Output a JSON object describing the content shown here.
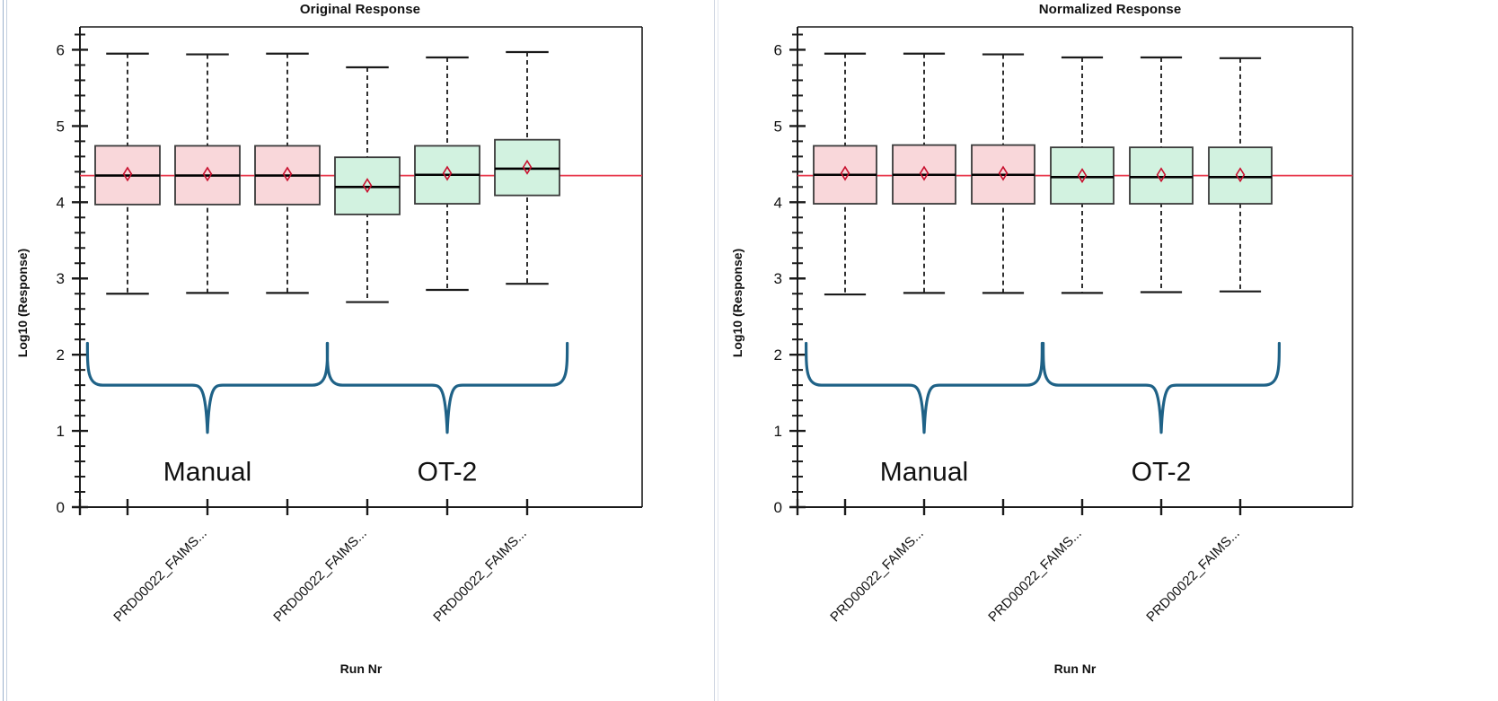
{
  "document": {
    "left_margin_rule_color": "#9db2ce",
    "divider_color": "#cfd6e2",
    "background": "#ffffff"
  },
  "panels": [
    {
      "id": "original",
      "title": "Original Response",
      "ylabel": "Log10 (Response)",
      "xlabel": "Run Nr",
      "group_labels": [
        "Manual",
        "OT-2"
      ]
    },
    {
      "id": "normalized",
      "title": "Normalized Response",
      "ylabel": "Log10 (Response)",
      "xlabel": "Run Nr",
      "group_labels": [
        "Manual",
        "OT-2"
      ]
    }
  ],
  "axis_category_label": "PRD00022_FAIMS...",
  "colors": {
    "manual_fill": "#f9d7da",
    "ot2_fill": "#d2f2e0",
    "box_stroke": "#3a3a3a",
    "median_line": "#000000",
    "grand_mean_line": "#e8374a",
    "mean_diamond": "#c8102e",
    "whisker": "#1a1a1a",
    "brace": "#1f6287",
    "axis": "#1a1a1a",
    "tick_text": "#111111"
  },
  "chart_data": [
    {
      "type": "box",
      "title": "Original Response",
      "xlabel": "Run Nr",
      "ylabel": "Log10 (Response)",
      "ylim": [
        0,
        6.3
      ],
      "yticks": [
        0,
        1,
        2,
        3,
        4,
        5,
        6
      ],
      "ytick_labels": [
        "0",
        "1",
        "2",
        "3",
        "4",
        "5",
        "6"
      ],
      "minor_ticks_per_interval": 5,
      "grid": false,
      "grand_mean": 4.35,
      "groups": [
        {
          "name": "Manual",
          "boxes": [
            0,
            1,
            2
          ]
        },
        {
          "name": "OT-2",
          "boxes": [
            3,
            4,
            5
          ]
        }
      ],
      "categories": [
        "PRD00022_FAIMS...",
        "PRD00022_FAIMS...",
        "PRD00022_FAIMS...",
        "PRD00022_FAIMS...",
        "PRD00022_FAIMS...",
        "PRD00022_FAIMS..."
      ],
      "visible_tick_labels": [
        1,
        3,
        5
      ],
      "boxes": [
        {
          "index": 0,
          "group": "Manual",
          "fill": "#f9d7da",
          "whisker_low": 2.8,
          "q1": 3.97,
          "median": 4.35,
          "q3": 4.74,
          "whisker_high": 5.95,
          "mean": 4.37
        },
        {
          "index": 1,
          "group": "Manual",
          "fill": "#f9d7da",
          "whisker_low": 2.81,
          "q1": 3.97,
          "median": 4.35,
          "q3": 4.74,
          "whisker_high": 5.94,
          "mean": 4.37
        },
        {
          "index": 2,
          "group": "Manual",
          "fill": "#f9d7da",
          "whisker_low": 2.81,
          "q1": 3.97,
          "median": 4.35,
          "q3": 4.74,
          "whisker_high": 5.95,
          "mean": 4.37
        },
        {
          "index": 3,
          "group": "OT-2",
          "fill": "#d2f2e0",
          "whisker_low": 2.69,
          "q1": 3.84,
          "median": 4.2,
          "q3": 4.59,
          "whisker_high": 5.77,
          "mean": 4.22
        },
        {
          "index": 4,
          "group": "OT-2",
          "fill": "#d2f2e0",
          "whisker_low": 2.85,
          "q1": 3.98,
          "median": 4.36,
          "q3": 4.74,
          "whisker_high": 5.9,
          "mean": 4.38
        },
        {
          "index": 5,
          "group": "OT-2",
          "fill": "#d2f2e0",
          "whisker_low": 2.93,
          "q1": 4.09,
          "median": 4.44,
          "q3": 4.82,
          "whisker_high": 5.97,
          "mean": 4.46
        }
      ]
    },
    {
      "type": "box",
      "title": "Normalized Response",
      "xlabel": "Run Nr",
      "ylabel": "Log10 (Response)",
      "ylim": [
        0,
        6.3
      ],
      "yticks": [
        0,
        1,
        2,
        3,
        4,
        5,
        6
      ],
      "ytick_labels": [
        "0",
        "1",
        "2",
        "3",
        "4",
        "5",
        "6"
      ],
      "minor_ticks_per_interval": 5,
      "grid": false,
      "grand_mean": 4.35,
      "groups": [
        {
          "name": "Manual",
          "boxes": [
            0,
            1,
            2
          ]
        },
        {
          "name": "OT-2",
          "boxes": [
            3,
            4,
            5
          ]
        }
      ],
      "categories": [
        "PRD00022_FAIMS...",
        "PRD00022_FAIMS...",
        "PRD00022_FAIMS...",
        "PRD00022_FAIMS...",
        "PRD00022_FAIMS...",
        "PRD00022_FAIMS..."
      ],
      "visible_tick_labels": [
        1,
        3,
        5
      ],
      "boxes": [
        {
          "index": 0,
          "group": "Manual",
          "fill": "#f9d7da",
          "whisker_low": 2.79,
          "q1": 3.98,
          "median": 4.36,
          "q3": 4.74,
          "whisker_high": 5.95,
          "mean": 4.38
        },
        {
          "index": 1,
          "group": "Manual",
          "fill": "#f9d7da",
          "whisker_low": 2.81,
          "q1": 3.98,
          "median": 4.36,
          "q3": 4.75,
          "whisker_high": 5.95,
          "mean": 4.38
        },
        {
          "index": 2,
          "group": "Manual",
          "fill": "#f9d7da",
          "whisker_low": 2.81,
          "q1": 3.98,
          "median": 4.36,
          "q3": 4.75,
          "whisker_high": 5.94,
          "mean": 4.38
        },
        {
          "index": 3,
          "group": "OT-2",
          "fill": "#d2f2e0",
          "whisker_low": 2.81,
          "q1": 3.98,
          "median": 4.33,
          "q3": 4.72,
          "whisker_high": 5.9,
          "mean": 4.35
        },
        {
          "index": 4,
          "group": "OT-2",
          "fill": "#d2f2e0",
          "whisker_low": 2.82,
          "q1": 3.98,
          "median": 4.33,
          "q3": 4.72,
          "whisker_high": 5.9,
          "mean": 4.36
        },
        {
          "index": 5,
          "group": "OT-2",
          "fill": "#d2f2e0",
          "whisker_low": 2.83,
          "q1": 3.98,
          "median": 4.33,
          "q3": 4.72,
          "whisker_high": 5.89,
          "mean": 4.36
        }
      ]
    }
  ]
}
